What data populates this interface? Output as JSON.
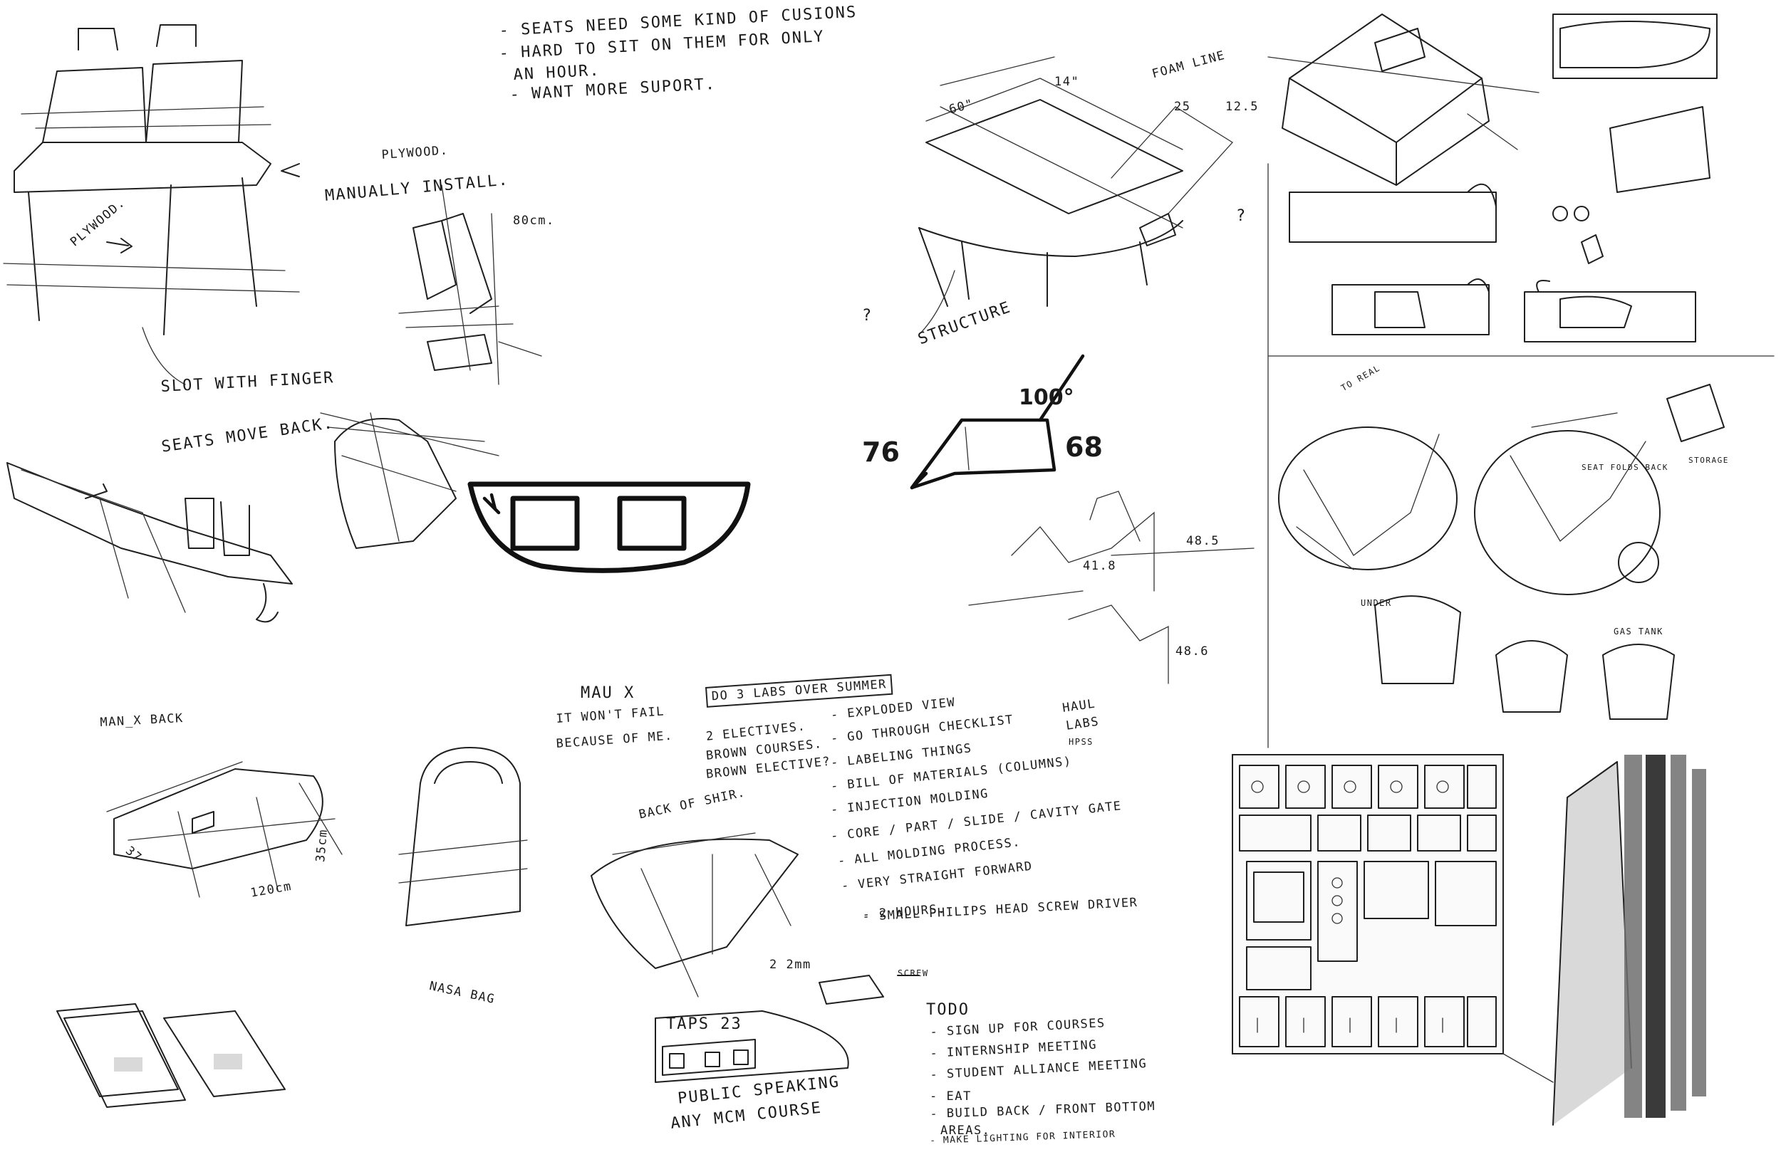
{
  "notes": {
    "cushion_1": "- SEATS NEED SOME KIND OF CUSIONS",
    "cushion_2": "- HARD TO SIT ON THEM FOR ONLY",
    "cushion_3": "AN HOUR.",
    "cushion_4": "- WANT MORE SUPORT.",
    "plywood": "PLYWOOD.",
    "plywood_small": "PLYWOOD.",
    "manually_install": "MANUALLY INSTALL.",
    "80cm": "80cm.",
    "slot": "SLOT WITH FINGER",
    "seats_move": "SEATS MOVE BACK.",
    "man_x_back": "MAN_X BACK",
    "nasa_bag": "NASA BAG",
    "dim_60": "60\"",
    "dim_14": "14\"",
    "foam": "FOAM LINE",
    "dim_25": "25",
    "dim_125": "12.5",
    "structure": "STRUCTURE",
    "q1": "?",
    "q2": "?",
    "dim_76": "76",
    "dim_68": "68",
    "dim_100": "100°",
    "dim_418": "41.8",
    "dim_485": "48.5",
    "dim_486": "48.6",
    "dim_120cm": "120cm",
    "dim_35": "35cm",
    "dim_37": "37",
    "maux_1": "MAU X",
    "maux_2": "IT WON'T FAIL",
    "maux_3": "BECAUSE OF ME.",
    "do_labs": "DO 3 LABS OVER SUMMER",
    "electives_1": "2 ELECTIVES.",
    "electives_2": "BROWN COURSES.",
    "electives_3": "BROWN ELECTIVE?",
    "list_1": "- EXPLODED VIEW",
    "list_2": "- GO THROUGH CHECKLIST",
    "list_3": "- LABELING THINGS",
    "list_4": "- BILL OF MATERIALS (COLUMNS)",
    "list_5": "- INJECTION MOLDING",
    "list_6": "- CORE / PART / SLIDE / CAVITY GATE",
    "list_7": "- ALL MOLDING PROCESS.",
    "list_8": "- VERY STRAIGHT FORWARD",
    "list_9": "- 2 HOURS.",
    "haul": "HAUL",
    "labs": "LABS",
    "hpss": "HPSS",
    "back_of_shir": "BACK OF SHIR.",
    "small_philips": "- SMALL PHILIPS HEAD SCREW DRIVER",
    "screw": "SCREW",
    "2mm": "2 2mm",
    "taps": "TAPS 23",
    "public": "PUBLIC SPEAKING",
    "any_mcm": "ANY MCM COURSE",
    "todo_title": "TODO",
    "todo_1": "- SIGN UP FOR COURSES",
    "todo_2": "- INTERNSHIP MEETING",
    "todo_3": "- STUDENT ALLIANCE MEETING",
    "todo_4": "- EAT",
    "todo_5": "- BUILD BACK / FRONT BOTTOM",
    "todo_6": "AREAS.",
    "todo_7": "- MAKE LIGHTING FOR INTERIOR",
    "to_real": "TO REAL",
    "seat_folds": "SEAT FOLDS BACK",
    "storage": "STORAGE",
    "under": "UNDER",
    "gastank": "GAS TANK"
  },
  "colors": {
    "ink": "#1f1f1f",
    "paper": "#ffffff",
    "marker": "#6e6e6e"
  }
}
